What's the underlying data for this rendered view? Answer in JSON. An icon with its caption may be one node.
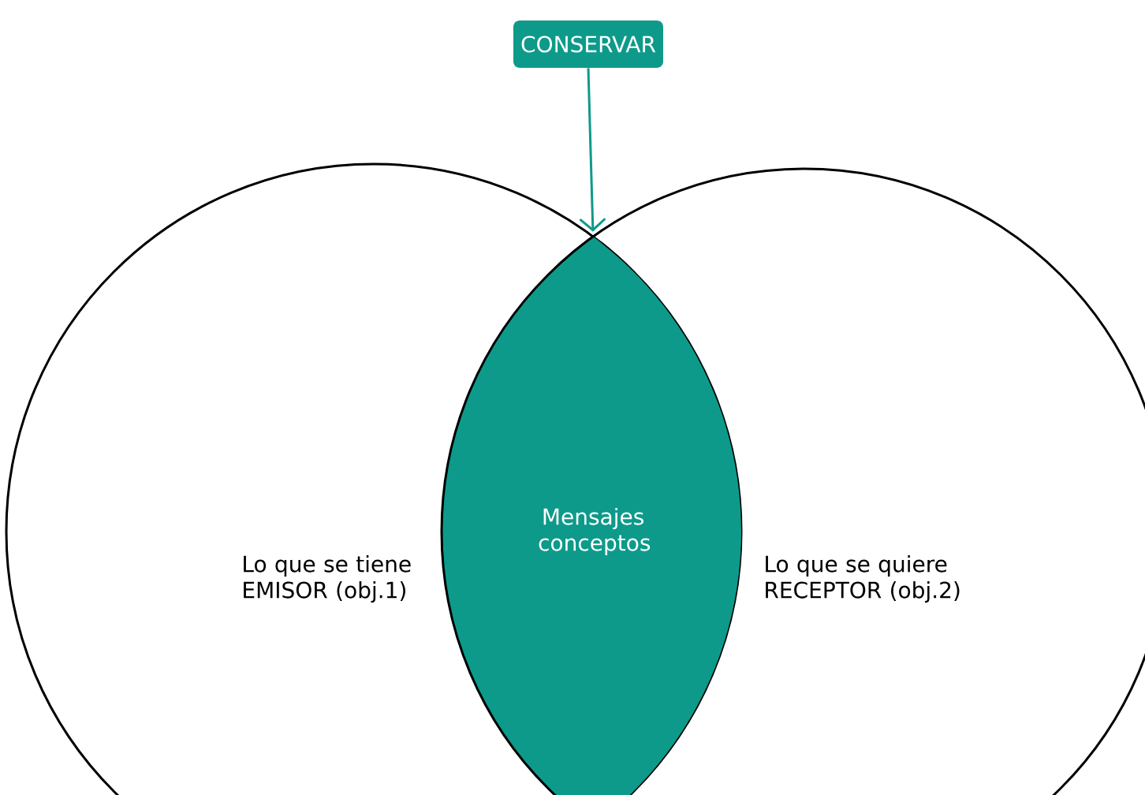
{
  "diagram": {
    "nodes": [
      {
        "text": [
          "CONSERVAR"
        ]
      },
      {
        "text": [
          "Lo que se tiene EMISOR (obj.1)"
        ]
      },
      {
        "text": [
          "Mensajes conceptos"
        ]
      },
      {
        "text": [
          "Lo que se quiere RECEPTOR (obj.2)"
        ]
      }
    ],
    "edges": [
      {
        "from": 0,
        "to": 2,
        "arrow": "to"
      }
    ]
  }
}
